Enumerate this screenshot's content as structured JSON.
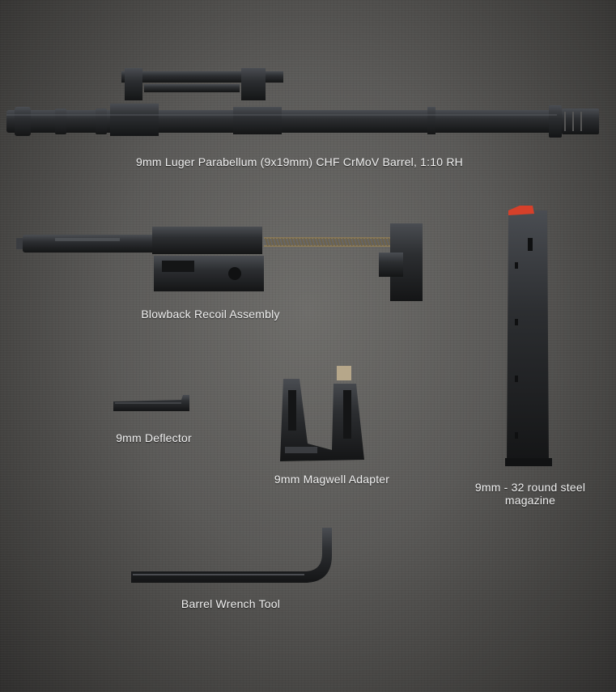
{
  "parts": {
    "barrel": {
      "label": "9mm Luger Parabellum (9x19mm) CHF CrMoV Barrel, 1:10 RH"
    },
    "recoil": {
      "label": "Blowback Recoil Assembly"
    },
    "magazine": {
      "label_line1": "9mm - 32 round steel",
      "label_line2": "magazine"
    },
    "deflector": {
      "label": "9mm Deflector"
    },
    "magwell": {
      "label": "9mm Magwell Adapter"
    },
    "wrench": {
      "label": "Barrel Wrench Tool"
    }
  },
  "colors": {
    "metal_dark": "#1a1b1d",
    "metal_mid": "#2c2e31",
    "metal_highlight": "#4a4d52",
    "magazine_follower": "#d6402a",
    "spring": "#8a7a5a"
  }
}
